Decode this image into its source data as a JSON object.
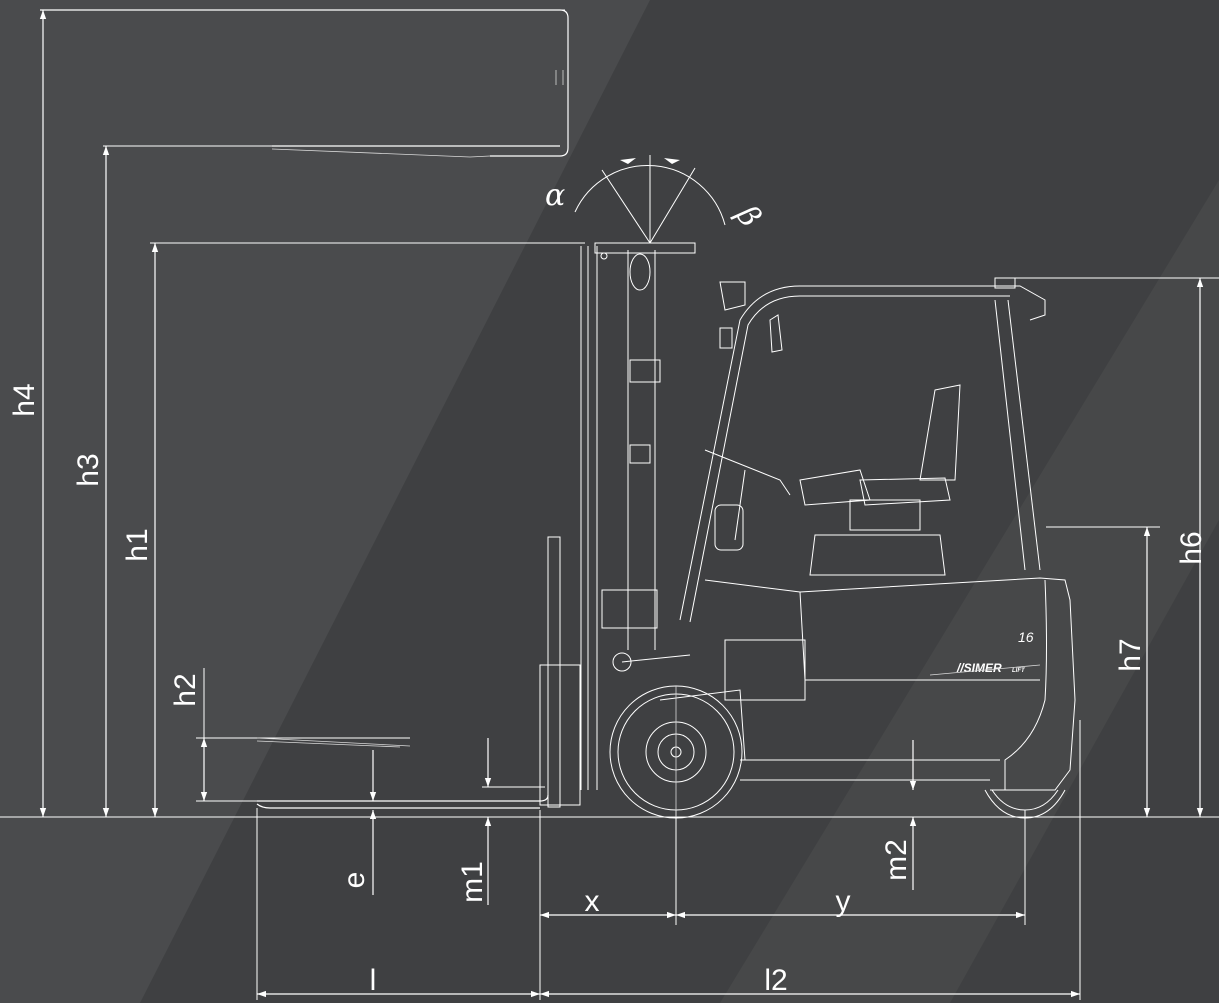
{
  "colors": {
    "background": "#3f4042",
    "stripe_light": "#4b4c4e",
    "stripe_dark": "#343536",
    "line": "#ffffff"
  },
  "dimensions": {
    "h4": "h4",
    "h3": "h3",
    "h1": "h1",
    "h2": "h2",
    "h6": "h6",
    "h7": "h7",
    "e": "e",
    "m1": "m1",
    "m2": "m2",
    "x": "x",
    "y": "y",
    "l": "l",
    "l2": "l2"
  },
  "angles": {
    "alpha": "α",
    "beta": "β"
  },
  "truck": {
    "model_number": "16",
    "brand": "//SIMER",
    "brand_suffix": "LIFT"
  }
}
